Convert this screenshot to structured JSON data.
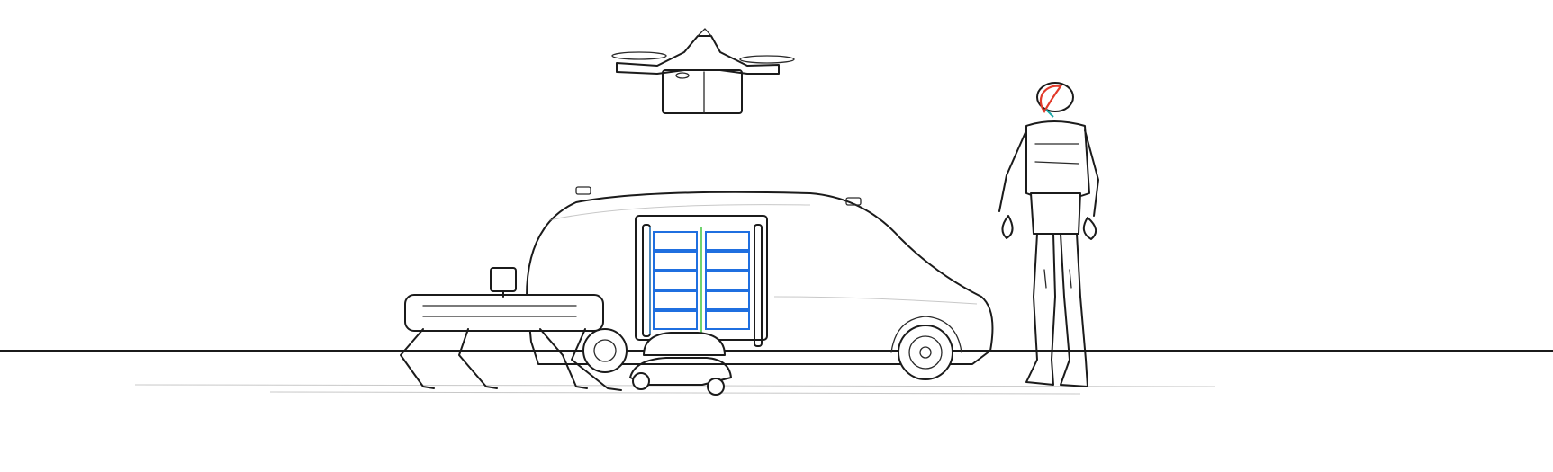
{
  "scene": {
    "colors": {
      "background": "#ffffff",
      "line": "#1b1b1b",
      "locker_blue": "#1f6fe0",
      "locker_light_blue": "#5fb0f5",
      "locker_green": "#6fd36f",
      "helmet_red": "#e23a2a",
      "helmet_teal": "#19a7a7"
    },
    "objects": [
      "delivery-drone",
      "delivery-van",
      "locker-compartments",
      "quadruped-robot",
      "wheeled-delivery-robot",
      "humanoid-robot",
      "ground-line"
    ]
  }
}
